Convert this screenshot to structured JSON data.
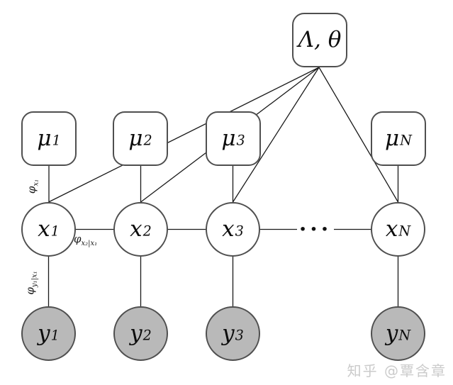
{
  "nodes": {
    "param": {
      "label": "Λ, θ"
    },
    "mu": [
      {
        "base": "μ",
        "sub": "1"
      },
      {
        "base": "μ",
        "sub": "2"
      },
      {
        "base": "μ",
        "sub": "3"
      },
      {
        "base": "μ",
        "sub": "N"
      }
    ],
    "x": [
      {
        "base": "x",
        "sub": "1"
      },
      {
        "base": "x",
        "sub": "2"
      },
      {
        "base": "x",
        "sub": "3"
      },
      {
        "base": "x",
        "sub": "N"
      }
    ],
    "y": [
      {
        "base": "y",
        "sub": "1"
      },
      {
        "base": "y",
        "sub": "2"
      },
      {
        "base": "y",
        "sub": "3"
      },
      {
        "base": "y",
        "sub": "N"
      }
    ],
    "ellipsis": "···"
  },
  "edge_labels": {
    "phi_x1": {
      "base": "φ",
      "sub": "x₁"
    },
    "phi_x2x1": {
      "base": "φ",
      "sub": "x₂|x₁"
    },
    "phi_y1x1": {
      "base": "φ",
      "sub": "y₁|x₁"
    }
  },
  "watermark": "知乎 @覃含章",
  "colors": {
    "node_border": "#4f4f4f",
    "edge": "#1a1a1a",
    "observed_fill": "#b9b9b9",
    "hidden_fill": "#ffffff",
    "watermark": "#cbcbcb"
  }
}
